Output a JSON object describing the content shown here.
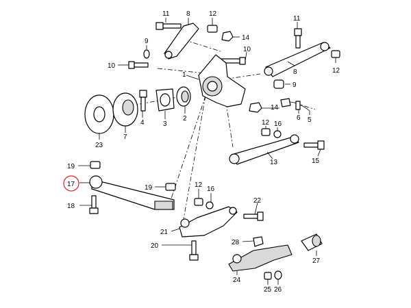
{
  "callouts": {
    "c1": "1",
    "c2": "2",
    "c3": "3",
    "c4": "4",
    "c5": "5",
    "c6": "6",
    "c7": "7",
    "c8a": "8",
    "c8b": "8",
    "c9a": "9",
    "c9b": "9",
    "c10a": "10",
    "c10b": "10",
    "c11a": "11",
    "c11b": "11",
    "c12a": "12",
    "c12b": "12",
    "c12c": "12",
    "c12d": "12",
    "c13": "13",
    "c14a": "14",
    "c14b": "14",
    "c15": "15",
    "c16a": "16",
    "c16b": "16",
    "c17": "17",
    "c18": "18",
    "c19a": "19",
    "c19b": "19",
    "c20": "20",
    "c21": "21",
    "c22": "22",
    "c23": "23",
    "c24": "24",
    "c25": "25",
    "c26": "26",
    "c27": "27",
    "c28": "28"
  },
  "colors": {
    "highlight_ring": "#e02020",
    "line": "#000000",
    "fill": "#ffffff"
  }
}
